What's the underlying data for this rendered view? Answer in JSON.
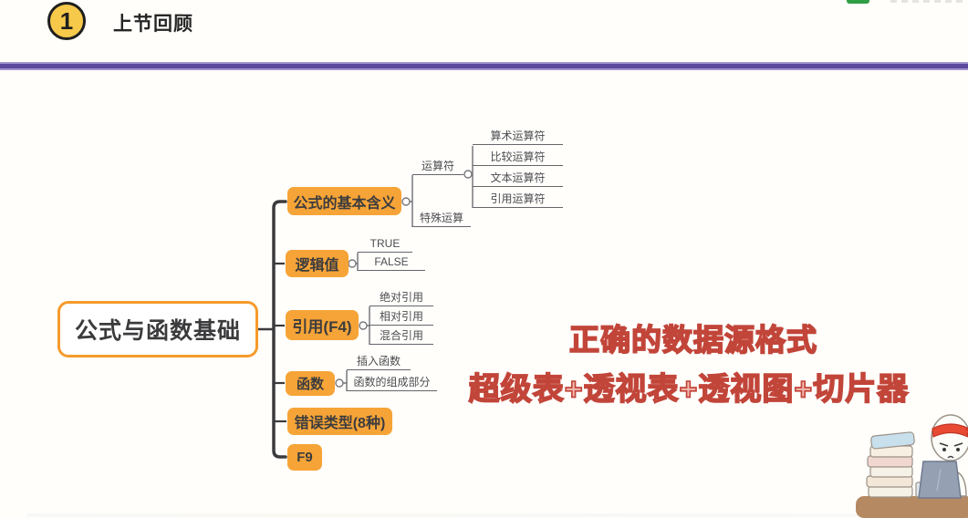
{
  "header": {
    "badge": "1",
    "title": "上节回顾"
  },
  "mindmap": {
    "root": "公式与函数基础",
    "branches": [
      {
        "label": "公式的基本含义",
        "children": [
          {
            "label": "运算符",
            "children": [
              {
                "label": "算术运算符"
              },
              {
                "label": "比较运算符"
              },
              {
                "label": "文本运算符"
              },
              {
                "label": "引用运算符"
              }
            ]
          },
          {
            "label": "特殊运算"
          }
        ]
      },
      {
        "label": "逻辑值",
        "children": [
          {
            "label": "TRUE"
          },
          {
            "label": "FALSE"
          }
        ]
      },
      {
        "label": "引用(F4)",
        "children": [
          {
            "label": "绝对引用"
          },
          {
            "label": "相对引用"
          },
          {
            "label": "混合引用"
          }
        ]
      },
      {
        "label": "函数",
        "children": [
          {
            "label": "插入函数"
          },
          {
            "label": "函数的组成部分"
          }
        ]
      },
      {
        "label": "错误类型(8种)"
      },
      {
        "label": "F9"
      }
    ]
  },
  "annotation": {
    "line1": "正确的数据源格式",
    "line2": "超级表+透视表+透视图+切片器"
  },
  "colors": {
    "branch_orange": "#f6a437",
    "root_border_orange": "#f59b2b",
    "divider_purple": "#5b4a9e",
    "badge_yellow": "#f7c94b",
    "annotation_red": "#c2453a",
    "trunk_dark": "#3b3b3e",
    "leaf_line_gray": "#66666b"
  }
}
